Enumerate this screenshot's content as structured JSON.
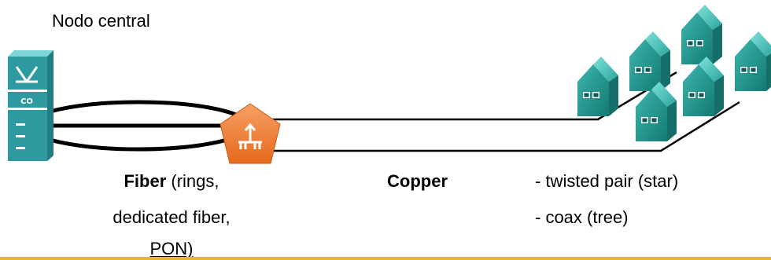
{
  "diagram": {
    "title": "Nodo central",
    "central_office_label": "CO",
    "fiber": {
      "label": "Fiber",
      "line1_rest": " (rings,",
      "line2": "dedicated fiber,",
      "line3": "PON)"
    },
    "copper": {
      "label": "Copper",
      "option1": "- twisted pair (star)",
      "option2": "- coax (tree)"
    },
    "colors": {
      "device_teal": "#2e9aa0",
      "device_light": "#6fd0d4",
      "remote_node_orange": "#f07b2a",
      "house_green": "#1f8f86",
      "accent_line": "#e8b53a"
    },
    "icons": [
      "central-office-switch-icon",
      "remote-node-icon",
      "house-icon"
    ]
  }
}
